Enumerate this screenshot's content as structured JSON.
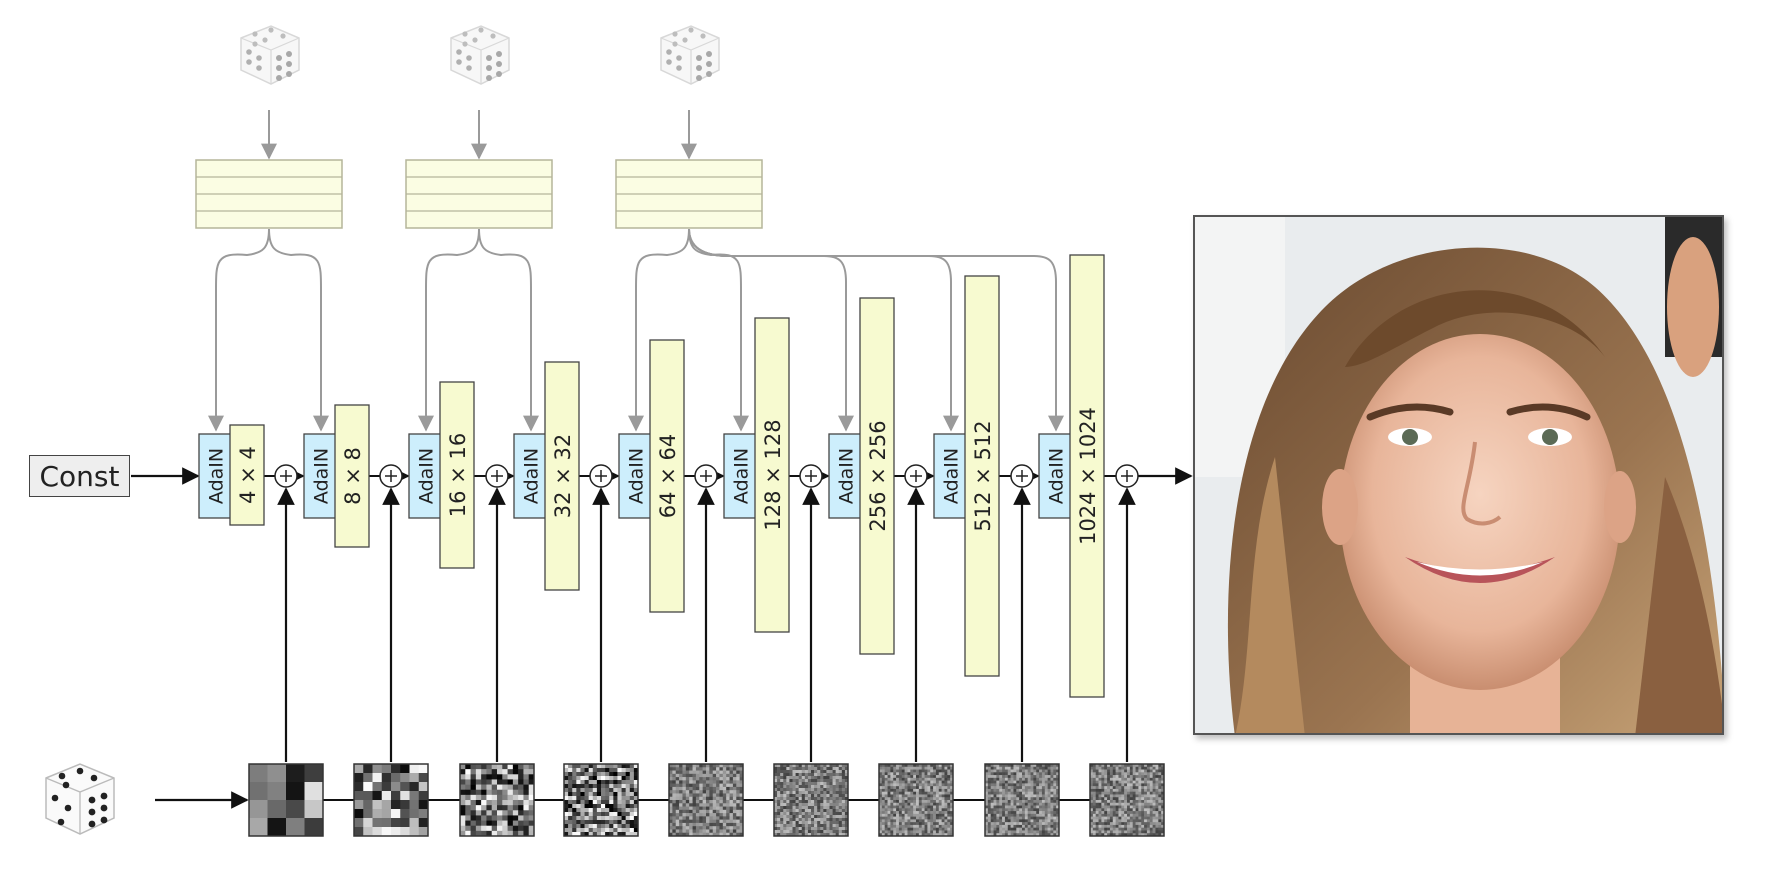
{
  "const": {
    "label": "Const"
  },
  "adain_label": "AdaIN",
  "stages": [
    {
      "resolution": "4 × 4"
    },
    {
      "resolution": "8 × 8"
    },
    {
      "resolution": "16 × 16"
    },
    {
      "resolution": "32 × 32"
    },
    {
      "resolution": "64 × 64"
    },
    {
      "resolution": "128 × 128"
    },
    {
      "resolution": "256 × 256"
    },
    {
      "resolution": "512 × 512"
    },
    {
      "resolution": "1024 × 1024"
    }
  ],
  "latent_groups": 3,
  "noise_maps": 9,
  "colors": {
    "adain_fill": "#cdeefc",
    "feature_fill": "#f7fad0",
    "latent_fill": "#fbfde3",
    "latent_border": "#b5b59a",
    "gray_arrow": "#9a9a9a",
    "black_arrow": "#111111"
  },
  "icons": [
    "dice-icon",
    "plus-icon",
    "face-photo"
  ]
}
